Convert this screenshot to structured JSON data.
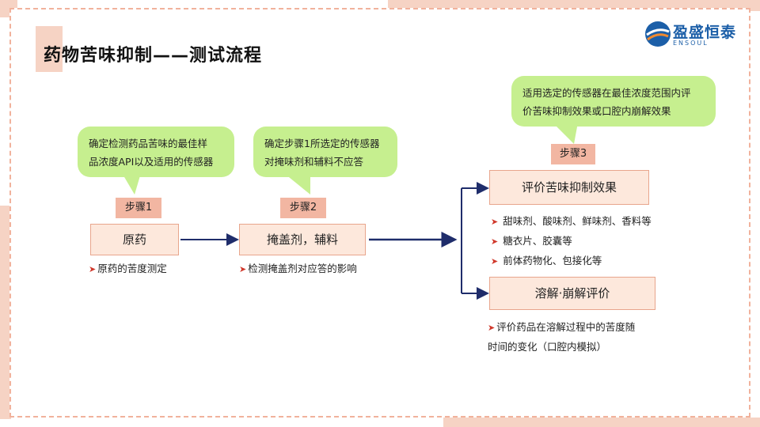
{
  "title": "药物苦味抑制——测试流程",
  "logo": {
    "name": "盈盛恒泰",
    "sub": "ENSOUL"
  },
  "bubbles": {
    "b1": [
      "确定检测药品苦味的最佳样",
      "品浓度API以及适用的传感器"
    ],
    "b2": [
      "确定步骤1所选定的传感器",
      "对掩味剂和辅料不应答"
    ],
    "b3": [
      "适用选定的传感器在最佳浓度范围内评",
      "价苦味抑制效果或口腔内崩解效果"
    ]
  },
  "steps": {
    "s1": "步骤1",
    "s2": "步骤2",
    "s3": "步骤3"
  },
  "nodes": {
    "n1": "原药",
    "n2": "掩盖剂，辅料",
    "n3": "评价苦味抑制效果",
    "n4": "溶解·崩解评价"
  },
  "notes": {
    "n1": "原药的苦度测定",
    "n2": "检测掩盖剂对应答的影响",
    "n3": [
      "甜味剂、酸味剂、鲜味剂、香料等",
      "糖衣片、胶囊等",
      "前体药物化、包接化等"
    ],
    "n4": [
      "评价药品在溶解过程中的苦度随",
      "时间的变化（口腔内模拟）"
    ]
  },
  "colors": {
    "accent": "#f6d3c4",
    "bubble": "#c6ef8f",
    "step": "#f2b6a2",
    "node": "#fde8dc",
    "arrow": "#1f2d6b",
    "bullet": "#d0382b"
  }
}
